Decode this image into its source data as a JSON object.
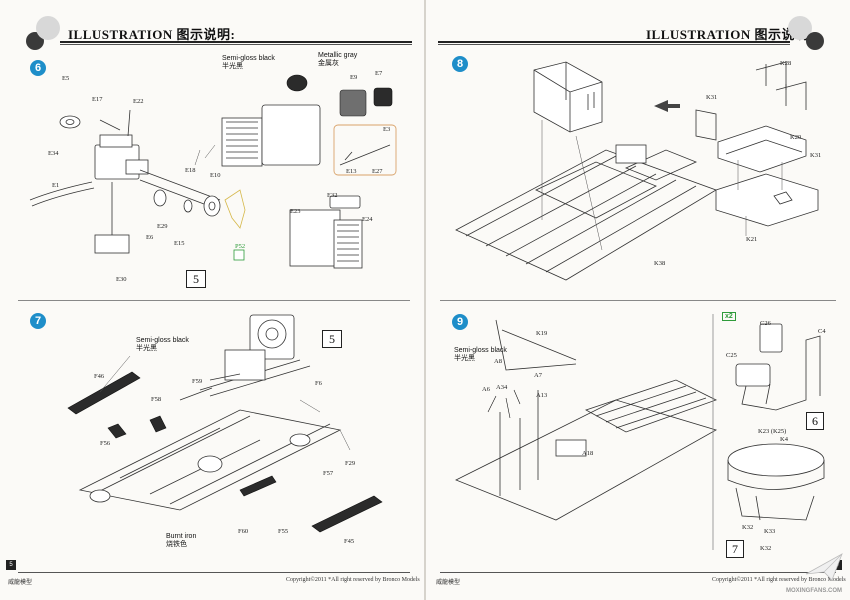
{
  "header": {
    "title": "ILLUSTRATION",
    "title_cn": "图示说明:"
  },
  "colors": {
    "step_badge": "#1e8ec9",
    "x2_badge": "#2e9b3a",
    "inset_frame": "#d9a36a"
  },
  "left_page": {
    "page_number": "5",
    "footer_left": "威龍模型",
    "footer_copyright": "Copyright©2011   *All right reserved by Bronco Models",
    "step6": {
      "number": "6",
      "paint1_en": "Semi-gloss black",
      "paint1_cn": "半光黑",
      "paint2_en": "Metallic gray",
      "paint2_cn": "金属灰",
      "ref_box": "5",
      "parts": {
        "e5": "E5",
        "e17": "E17",
        "e22": "E22",
        "e34": "E34",
        "e1": "E1",
        "e30": "E30",
        "e6": "E6",
        "e29": "E29",
        "e15": "E15",
        "e18": "E18",
        "e10": "E10",
        "e9": "E9",
        "e7": "E7",
        "e3": "E3",
        "e13": "E13",
        "e27": "E27",
        "e32": "E32",
        "e23": "E23",
        "e24": "E24",
        "p52": "P52"
      }
    },
    "step7": {
      "number": "7",
      "paint1_en": "Semi-gloss black",
      "paint1_cn": "半光黑",
      "paint2_en": "Burnt iron",
      "paint2_cn": "烧铁色",
      "ref_box": "5",
      "parts": {
        "f46": "F46",
        "f58": "F58",
        "f56": "F56",
        "f59": "F59",
        "f6": "F6",
        "f29": "F29",
        "f57": "F57",
        "f60": "F60",
        "f55": "F55",
        "f45": "F45"
      }
    }
  },
  "right_page": {
    "page_number": "6",
    "footer_left": "威龍模型",
    "footer_copyright": "Copyright©2011   *All right reserved by Bronco Models",
    "watermark": "MOXINGFANS.COM",
    "step8": {
      "number": "8",
      "parts": {
        "k28": "K28",
        "k31a": "K31",
        "k20": "K20",
        "k31b": "K31",
        "k21": "K21",
        "k38": "K38"
      }
    },
    "step9": {
      "number": "9",
      "paint1_en": "Semi-gloss black",
      "paint1_cn": "半光黑",
      "multiplier": "x2",
      "ref_box_a": "6",
      "ref_box_b": "7",
      "parts": {
        "k19": "K19",
        "a8": "A8",
        "a7": "A7",
        "a6": "A6",
        "a34": "A34",
        "a13": "A13",
        "a18": "A18",
        "c26": "C26",
        "c4": "C4",
        "c25": "C25",
        "k23": "K23 (K25)",
        "k4": "K4",
        "k32a": "K32",
        "k33": "K33",
        "k32b": "K32"
      }
    }
  }
}
